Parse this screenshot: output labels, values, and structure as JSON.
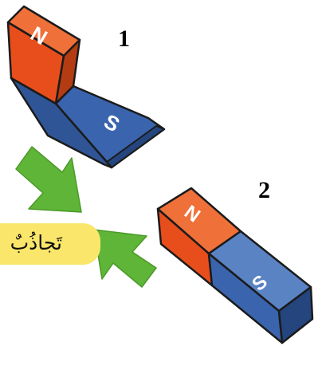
{
  "magnets": [
    {
      "label": "1",
      "north_pole": "N",
      "south_pole": "S"
    },
    {
      "label": "2",
      "north_pole": "N",
      "south_pole": "S"
    }
  ],
  "caption": "تَجاذُبٌ",
  "colors": {
    "north_front": "#e84e1c",
    "north_top": "#f0703a",
    "north_side": "#b43c12",
    "south_front": "#3a64ad",
    "south_top": "#5a83c4",
    "south_side": "#24457e",
    "outline": "#1b1b1b",
    "arrow": "#5fb537",
    "arrow_dark": "#4a9a28",
    "caption_bg": "#f9e66b",
    "pole_text": "#ffffff"
  }
}
